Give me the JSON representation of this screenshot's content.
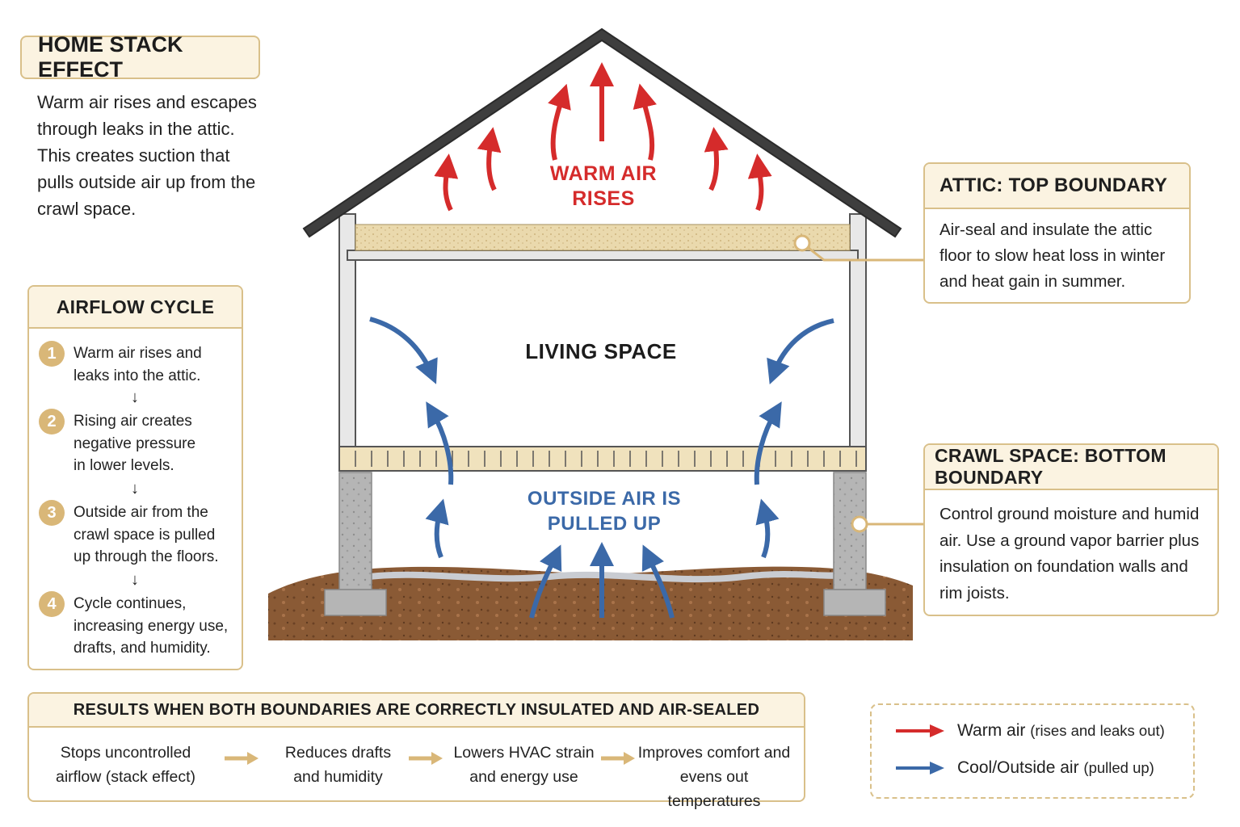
{
  "title": "HOME STACK EFFECT",
  "intro": "Warm air rises and escapes through leaks in the attic. This creates suction that pulls outside air up from the crawl space.",
  "airflow_cycle": {
    "heading": "AIRFLOW CYCLE",
    "steps": [
      {
        "num": "1",
        "text": "Warm air rises and leaks into the attic."
      },
      {
        "num": "2",
        "text": "Rising air creates negative pressure in lower levels."
      },
      {
        "num": "3",
        "text": "Outside air from the crawl space is pulled up through the floors."
      },
      {
        "num": "4",
        "text": "Cycle continues, increasing energy use, drafts, and humidity."
      }
    ],
    "connector": "↓"
  },
  "diagram": {
    "warm_label": "WARM AIR RISES",
    "living_label": "LIVING SPACE",
    "outside_label": "OUTSIDE AIR IS PULLED UP"
  },
  "attic": {
    "heading": "ATTIC: TOP BOUNDARY",
    "body": "Air-seal and insulate the attic floor to slow heat loss in winter and heat gain in summer."
  },
  "crawl": {
    "heading": "CRAWL SPACE: BOTTOM BOUNDARY",
    "body": "Control ground moisture and humid air. Use a ground vapor barrier plus insulation on foundation walls and rim joists."
  },
  "results": {
    "heading": "RESULTS WHEN BOTH BOUNDARIES ARE CORRECTLY INSULATED AND AIR-SEALED",
    "items": [
      {
        "line1": "Stops uncontrolled",
        "line2": "airflow (stack effect)"
      },
      {
        "line1": "Reduces drafts",
        "line2": "and humidity"
      },
      {
        "line1": "Lowers HVAC strain",
        "line2": "and energy use"
      },
      {
        "line1": "Improves comfort and",
        "line2": "evens out temperatures"
      }
    ]
  },
  "legend": {
    "warm_main": "Warm air",
    "warm_note": "(rises and leaks out)",
    "cool_main": "Cool/Outside air",
    "cool_note": "(pulled up)"
  },
  "colors": {
    "warm": "#d52b2b",
    "cool": "#3b69a8",
    "accent": "#d9c08a",
    "insulation": "#ead9ad",
    "soil": "#8a5a35"
  },
  "icons": [
    "arrow-up-icon",
    "arrow-right-icon",
    "arrow-down-icon"
  ]
}
